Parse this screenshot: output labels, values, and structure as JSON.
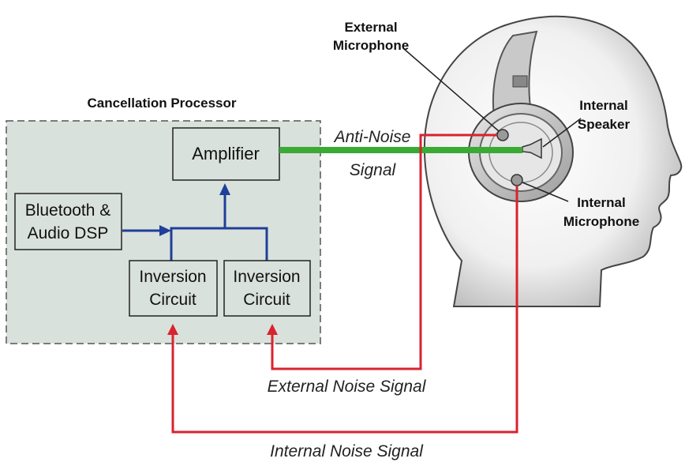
{
  "processor": {
    "title": "Cancellation Processor",
    "amplifier": "Amplifier",
    "dsp": [
      "Bluetooth &",
      "Audio DSP"
    ],
    "inversion_1": [
      "Inversion",
      "Circuit"
    ],
    "inversion_2": [
      "Inversion",
      "Circuit"
    ]
  },
  "signals": {
    "anti_noise": [
      "Anti-Noise",
      "Signal"
    ],
    "external_noise": "External Noise Signal",
    "internal_noise": "Internal Noise Signal"
  },
  "headset": {
    "external_mic": [
      "External",
      "Microphone"
    ],
    "internal_speaker": [
      "Internal",
      "Speaker"
    ],
    "internal_mic": [
      "Internal",
      "Microphone"
    ]
  },
  "colors": {
    "noise_line": "#d8232f",
    "anti_noise_line": "#3aaa35",
    "internal_bus": "#1f3f99",
    "processor_fill": "#d9e1dc"
  }
}
